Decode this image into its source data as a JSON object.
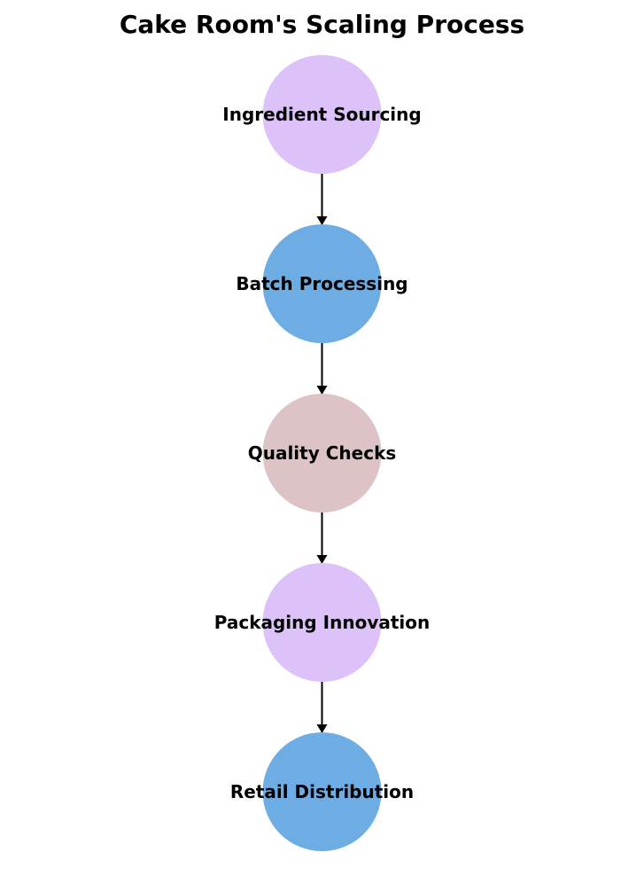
{
  "title": "Cake Room's Scaling Process",
  "nodes": [
    {
      "label": "Ingredient Sourcing",
      "color": "#dcc2f8"
    },
    {
      "label": "Batch Processing",
      "color": "#6eace4"
    },
    {
      "label": "Quality Checks",
      "color": "#dec3c6"
    },
    {
      "label": "Packaging Innovation",
      "color": "#dcc2f8"
    },
    {
      "label": "Retail Distribution",
      "color": "#6eace4"
    }
  ],
  "edges": [
    {
      "from": 0,
      "to": 1
    },
    {
      "from": 1,
      "to": 2
    },
    {
      "from": 2,
      "to": 3
    },
    {
      "from": 3,
      "to": 4
    }
  ],
  "edge_color": "#000000"
}
